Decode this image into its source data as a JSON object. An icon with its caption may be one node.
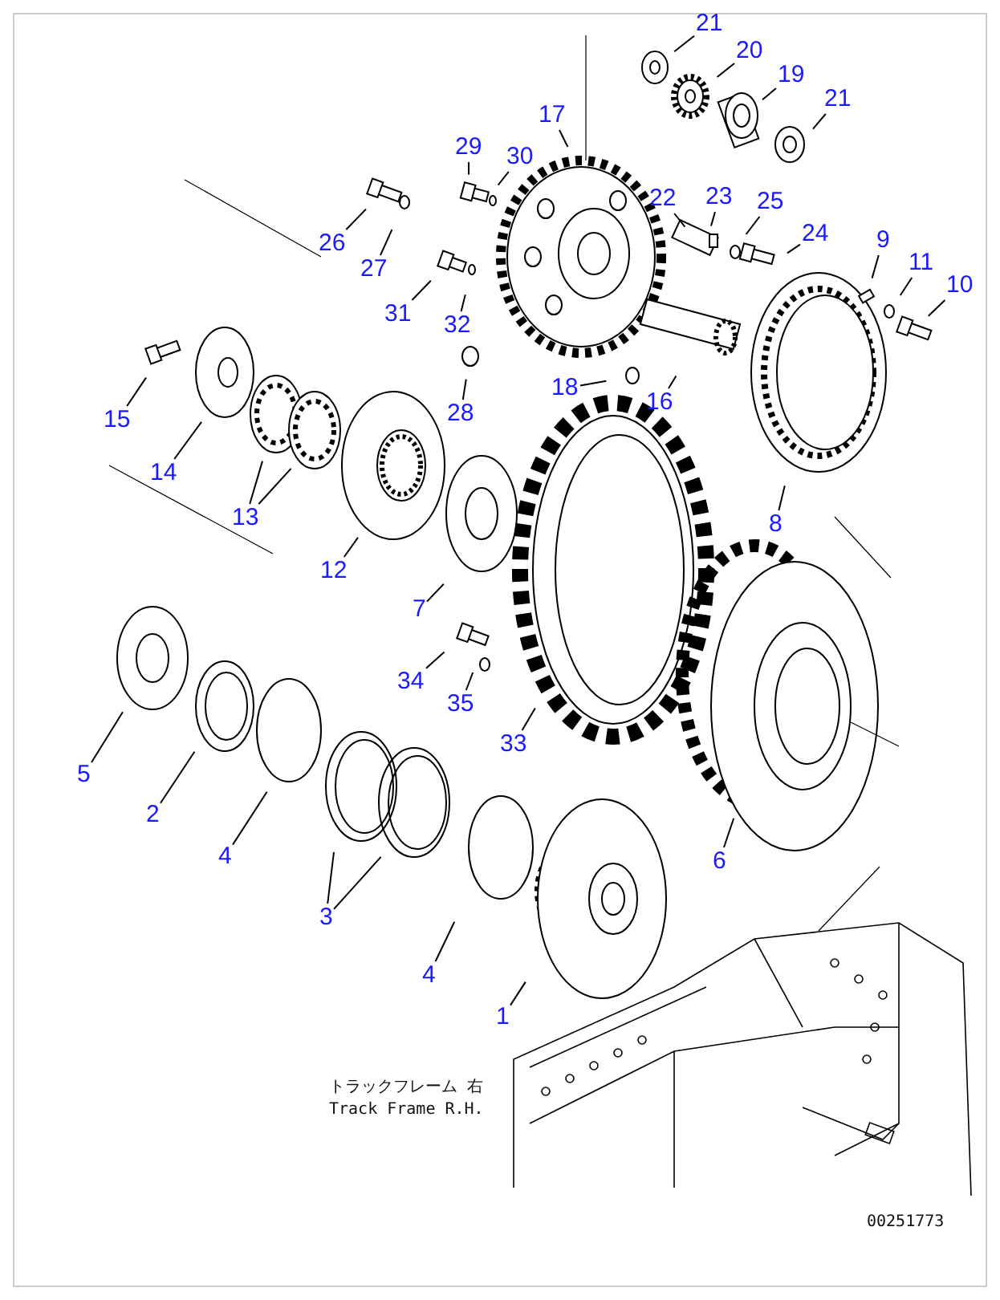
{
  "diagram": {
    "nodes": [
      {
        "text": [
          "21"
        ]
      },
      {
        "text": [
          "20"
        ]
      },
      {
        "text": [
          "19"
        ]
      },
      {
        "text": [
          "21"
        ]
      },
      {
        "text": [
          "17"
        ]
      },
      {
        "text": [
          "29"
        ]
      },
      {
        "text": [
          "30"
        ]
      },
      {
        "text": [
          "26"
        ]
      },
      {
        "text": [
          "27"
        ]
      },
      {
        "text": [
          "22"
        ]
      },
      {
        "text": [
          "23"
        ]
      },
      {
        "text": [
          "25"
        ]
      },
      {
        "text": [
          "24"
        ]
      },
      {
        "text": [
          "9"
        ]
      },
      {
        "text": [
          "11"
        ]
      },
      {
        "text": [
          "10"
        ]
      },
      {
        "text": [
          "31"
        ]
      },
      {
        "text": [
          "32"
        ]
      },
      {
        "text": [
          "18"
        ]
      },
      {
        "text": [
          "16"
        ]
      },
      {
        "text": [
          "28"
        ]
      },
      {
        "text": [
          "15"
        ]
      },
      {
        "text": [
          "14"
        ]
      },
      {
        "text": [
          "13"
        ]
      },
      {
        "text": [
          "12"
        ]
      },
      {
        "text": [
          "8"
        ]
      },
      {
        "text": [
          "7"
        ]
      },
      {
        "text": [
          "34"
        ]
      },
      {
        "text": [
          "35"
        ]
      },
      {
        "text": [
          "33"
        ]
      },
      {
        "text": [
          "5"
        ]
      },
      {
        "text": [
          "2"
        ]
      },
      {
        "text": [
          "4"
        ]
      },
      {
        "text": [
          "6"
        ]
      },
      {
        "text": [
          "3"
        ]
      },
      {
        "text": [
          "4"
        ]
      },
      {
        "text": [
          "1"
        ]
      }
    ],
    "edges": [
      {
        "from": 0,
        "to": null,
        "arrow": "none"
      },
      {
        "from": 1,
        "to": null,
        "arrow": "none"
      },
      {
        "from": 2,
        "to": null,
        "arrow": "none"
      },
      {
        "from": 3,
        "to": null,
        "arrow": "none"
      },
      {
        "from": 4,
        "to": null,
        "arrow": "none"
      },
      {
        "from": 5,
        "to": null,
        "arrow": "none"
      },
      {
        "from": 6,
        "to": null,
        "arrow": "none"
      },
      {
        "from": 7,
        "to": null,
        "arrow": "none"
      },
      {
        "from": 8,
        "to": null,
        "arrow": "none"
      },
      {
        "from": 9,
        "to": null,
        "arrow": "none"
      },
      {
        "from": 10,
        "to": null,
        "arrow": "none"
      },
      {
        "from": 11,
        "to": null,
        "arrow": "none"
      },
      {
        "from": 12,
        "to": null,
        "arrow": "none"
      },
      {
        "from": 13,
        "to": null,
        "arrow": "none"
      },
      {
        "from": 14,
        "to": null,
        "arrow": "none"
      },
      {
        "from": 15,
        "to": null,
        "arrow": "none"
      },
      {
        "from": 16,
        "to": null,
        "arrow": "none"
      },
      {
        "from": 17,
        "to": null,
        "arrow": "none"
      },
      {
        "from": 18,
        "to": null,
        "arrow": "none"
      },
      {
        "from": 19,
        "to": null,
        "arrow": "none"
      },
      {
        "from": 20,
        "to": null,
        "arrow": "none"
      },
      {
        "from": 21,
        "to": null,
        "arrow": "none"
      },
      {
        "from": 22,
        "to": null,
        "arrow": "none"
      },
      {
        "from": 23,
        "to": null,
        "arrow": "none"
      },
      {
        "from": 23,
        "to": null,
        "arrow": "none"
      },
      {
        "from": 24,
        "to": null,
        "arrow": "none"
      },
      {
        "from": 25,
        "to": null,
        "arrow": "none"
      },
      {
        "from": 26,
        "to": null,
        "arrow": "none"
      },
      {
        "from": 27,
        "to": null,
        "arrow": "none"
      },
      {
        "from": 28,
        "to": null,
        "arrow": "none"
      },
      {
        "from": 29,
        "to": null,
        "arrow": "none"
      },
      {
        "from": 30,
        "to": null,
        "arrow": "none"
      },
      {
        "from": 31,
        "to": null,
        "arrow": "none"
      },
      {
        "from": 32,
        "to": null,
        "arrow": "none"
      },
      {
        "from": 33,
        "to": null,
        "arrow": "none"
      },
      {
        "from": 34,
        "to": null,
        "arrow": "none"
      },
      {
        "from": 34,
        "to": null,
        "arrow": "none"
      },
      {
        "from": 35,
        "to": null,
        "arrow": "none"
      },
      {
        "from": 36,
        "to": null,
        "arrow": "none"
      }
    ],
    "labels": [
      "トラックフレーム 右",
      "Track Frame R.H.",
      "00251773"
    ]
  }
}
